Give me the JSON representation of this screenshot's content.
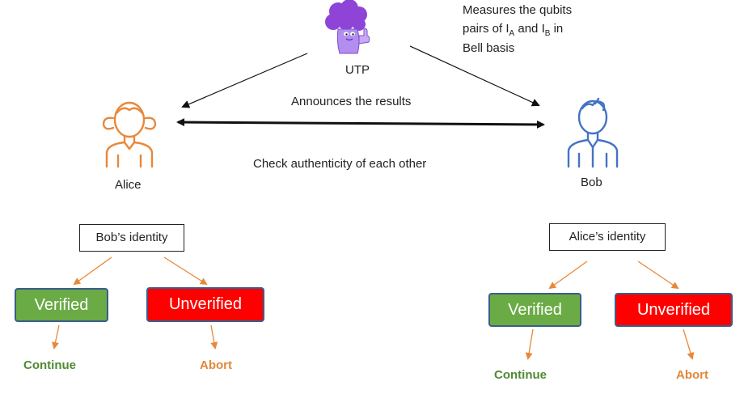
{
  "parties": {
    "utp": "UTP",
    "alice": "Alice",
    "bob": "Bob"
  },
  "messages": {
    "measure_line1": "Measures the qubits",
    "measure_line2_pre": "pairs of I",
    "measure_sub_a": "A",
    "measure_and": " and I",
    "measure_sub_b": "B",
    "measure_in": " in",
    "measure_line3": "Bell basis",
    "announce": "Announces the results",
    "check": "Check authenticity of each other"
  },
  "alice_branch": {
    "identity": "Bob’s identity",
    "verified": "Verified",
    "unverified": "Unverified",
    "continue": "Continue",
    "abort": "Abort"
  },
  "bob_branch": {
    "identity": "Alice’s identity",
    "verified": "Verified",
    "unverified": "Unverified",
    "continue": "Continue",
    "abort": "Abort"
  },
  "colors": {
    "alice_icon": "#e8883a",
    "bob_icon": "#4472c4",
    "utp_icon": "#9b5de5",
    "verified": "#6aab45",
    "unverified": "#ff0000",
    "arrow_orange": "#e8883a"
  }
}
